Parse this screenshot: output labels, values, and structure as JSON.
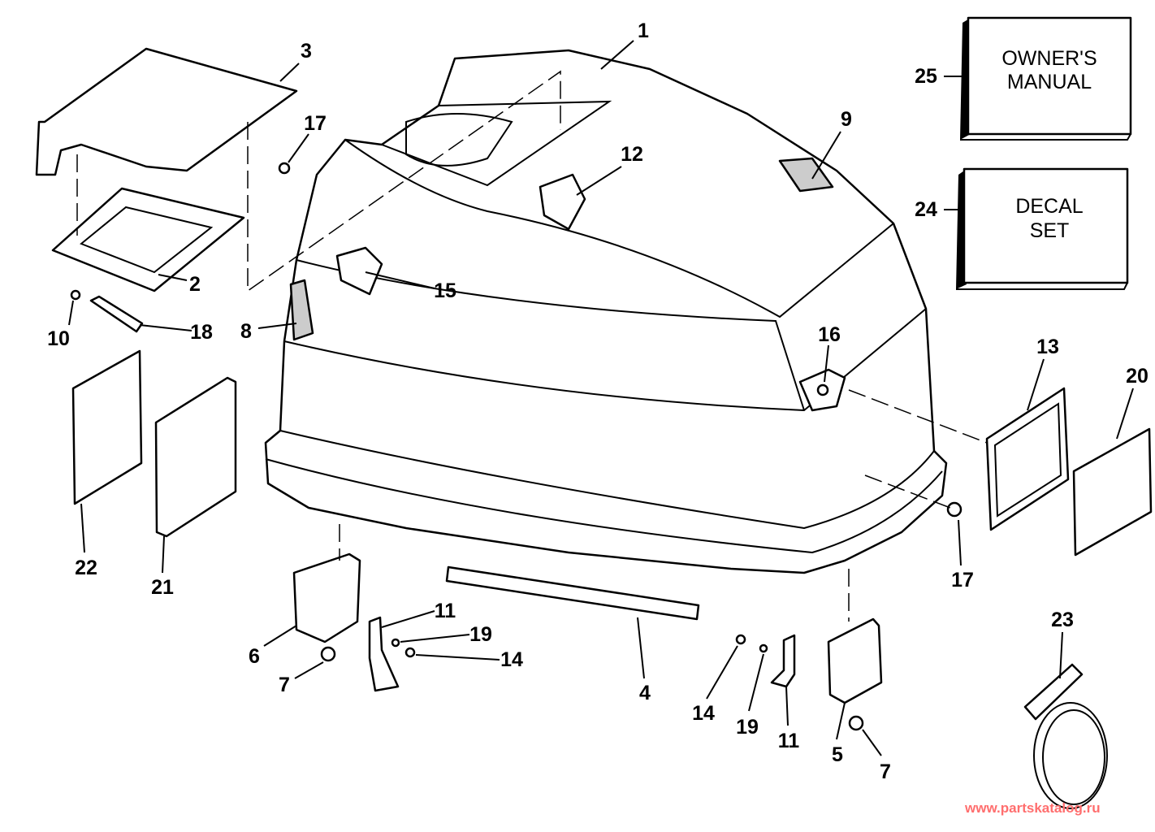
{
  "diagram": {
    "callouts": [
      "1",
      "3",
      "17",
      "9",
      "12",
      "25",
      "24",
      "2",
      "15",
      "10",
      "18",
      "8",
      "16",
      "13",
      "20",
      "22",
      "21",
      "17",
      "11",
      "19",
      "14",
      "6",
      "7",
      "4",
      "14",
      "19",
      "11",
      "5",
      "7",
      "23"
    ],
    "boxes": {
      "owners_manual": [
        "OWNER'S",
        "MANUAL"
      ],
      "decal_set": [
        "DECAL",
        "SET"
      ]
    },
    "watermark": "www.partskatalog.ru"
  }
}
